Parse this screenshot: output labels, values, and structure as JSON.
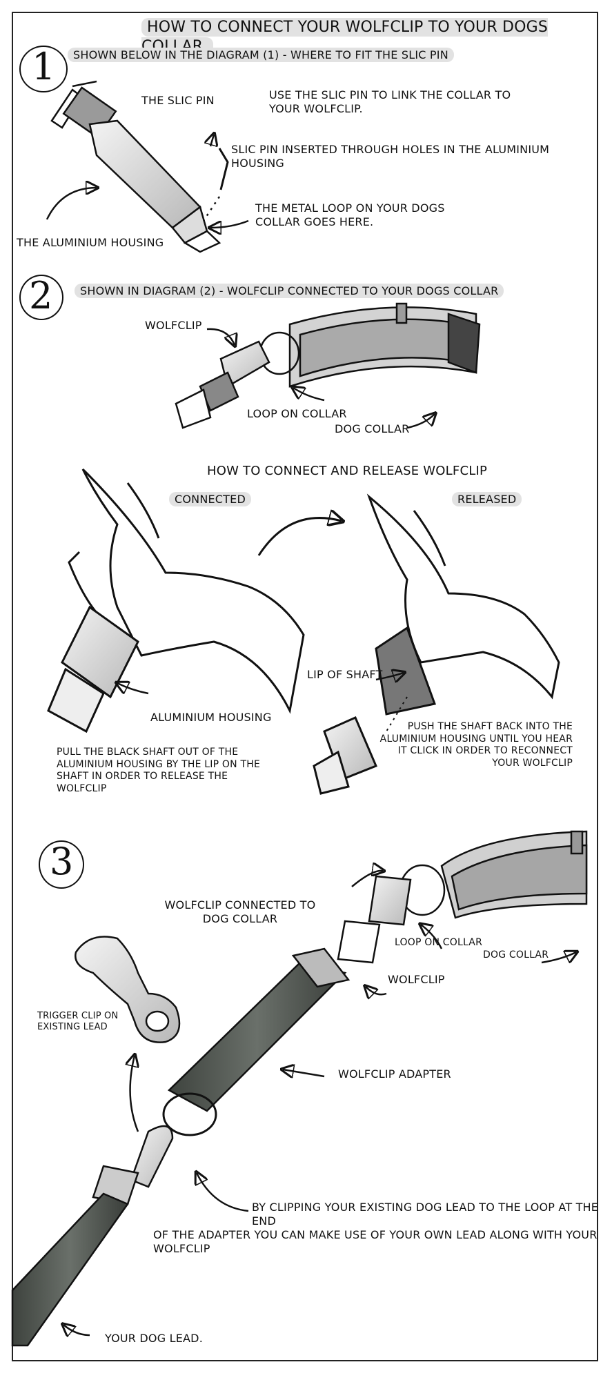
{
  "title": "HOW TO CONNECT YOUR WOLFCLIP TO YOUR DOGS COLLAR.",
  "step1": {
    "number": "1",
    "heading": "SHOWN BELOW IN THE DIAGRAM (1) - WHERE TO FIT THE SLIC PIN",
    "slic_pin_label": "THE SLIC PIN",
    "instruction": "USE THE SLIC PIN TO LINK THE COLLAR TO YOUR WOLFCLIP.",
    "pin_note": "SLIC PIN INSERTED THROUGH HOLES IN THE ALUMINIUM HOUSING",
    "loop_note": "THE METAL LOOP ON YOUR DOGS COLLAR GOES HERE.",
    "housing_label": "THE ALUMINIUM HOUSING"
  },
  "step2": {
    "number": "2",
    "heading": "SHOWN IN DIAGRAM (2) - WOLFCLIP CONNECTED TO YOUR DOGS COLLAR",
    "wolfclip_label": "WOLFCLIP",
    "loop_label": "LOOP ON COLLAR",
    "collar_label": "DOG COLLAR",
    "release_title": "HOW TO CONNECT AND RELEASE WOLFCLIP",
    "connected_label": "CONNECTED",
    "released_label": "RELEASED",
    "lip_label": "LIP OF SHAFT",
    "housing_label": "ALUMINIUM HOUSING",
    "pull_note": "PULL THE BLACK SHAFT OUT OF THE ALUMINIUM HOUSING BY THE LIP ON THE SHAFT IN ORDER TO RELEASE THE WOLFCLIP",
    "push_note": "PUSH THE SHAFT BACK INTO THE ALUMINIUM HOUSING UNTIL YOU HEAR IT CLICK IN ORDER TO RECONNECT YOUR WOLFCLIP"
  },
  "step3": {
    "number": "3",
    "connected_label": "WOLFCLIP CONNECTED TO DOG COLLAR",
    "loop_label": "LOOP ON COLLAR",
    "collar_label": "DOG COLLAR",
    "wolfclip_label": "WOLFCLIP",
    "trigger_label": "TRIGGER CLIP ON EXISTING LEAD",
    "adapter_label": "WOLFCLIP ADAPTER",
    "clipping_note_1": "BY CLIPPING YOUR EXISTING DOG LEAD TO THE LOOP AT THE END",
    "clipping_note_2": "OF THE ADAPTER YOU CAN MAKE USE OF YOUR OWN LEAD ALONG WITH YOUR WOLFCLIP",
    "lead_label": "YOUR DOG LEAD."
  },
  "colors": {
    "ink": "#111111",
    "highlight": "#e2e2e2",
    "strap": "#4a4f4a",
    "metal": "#c9c9c9"
  }
}
